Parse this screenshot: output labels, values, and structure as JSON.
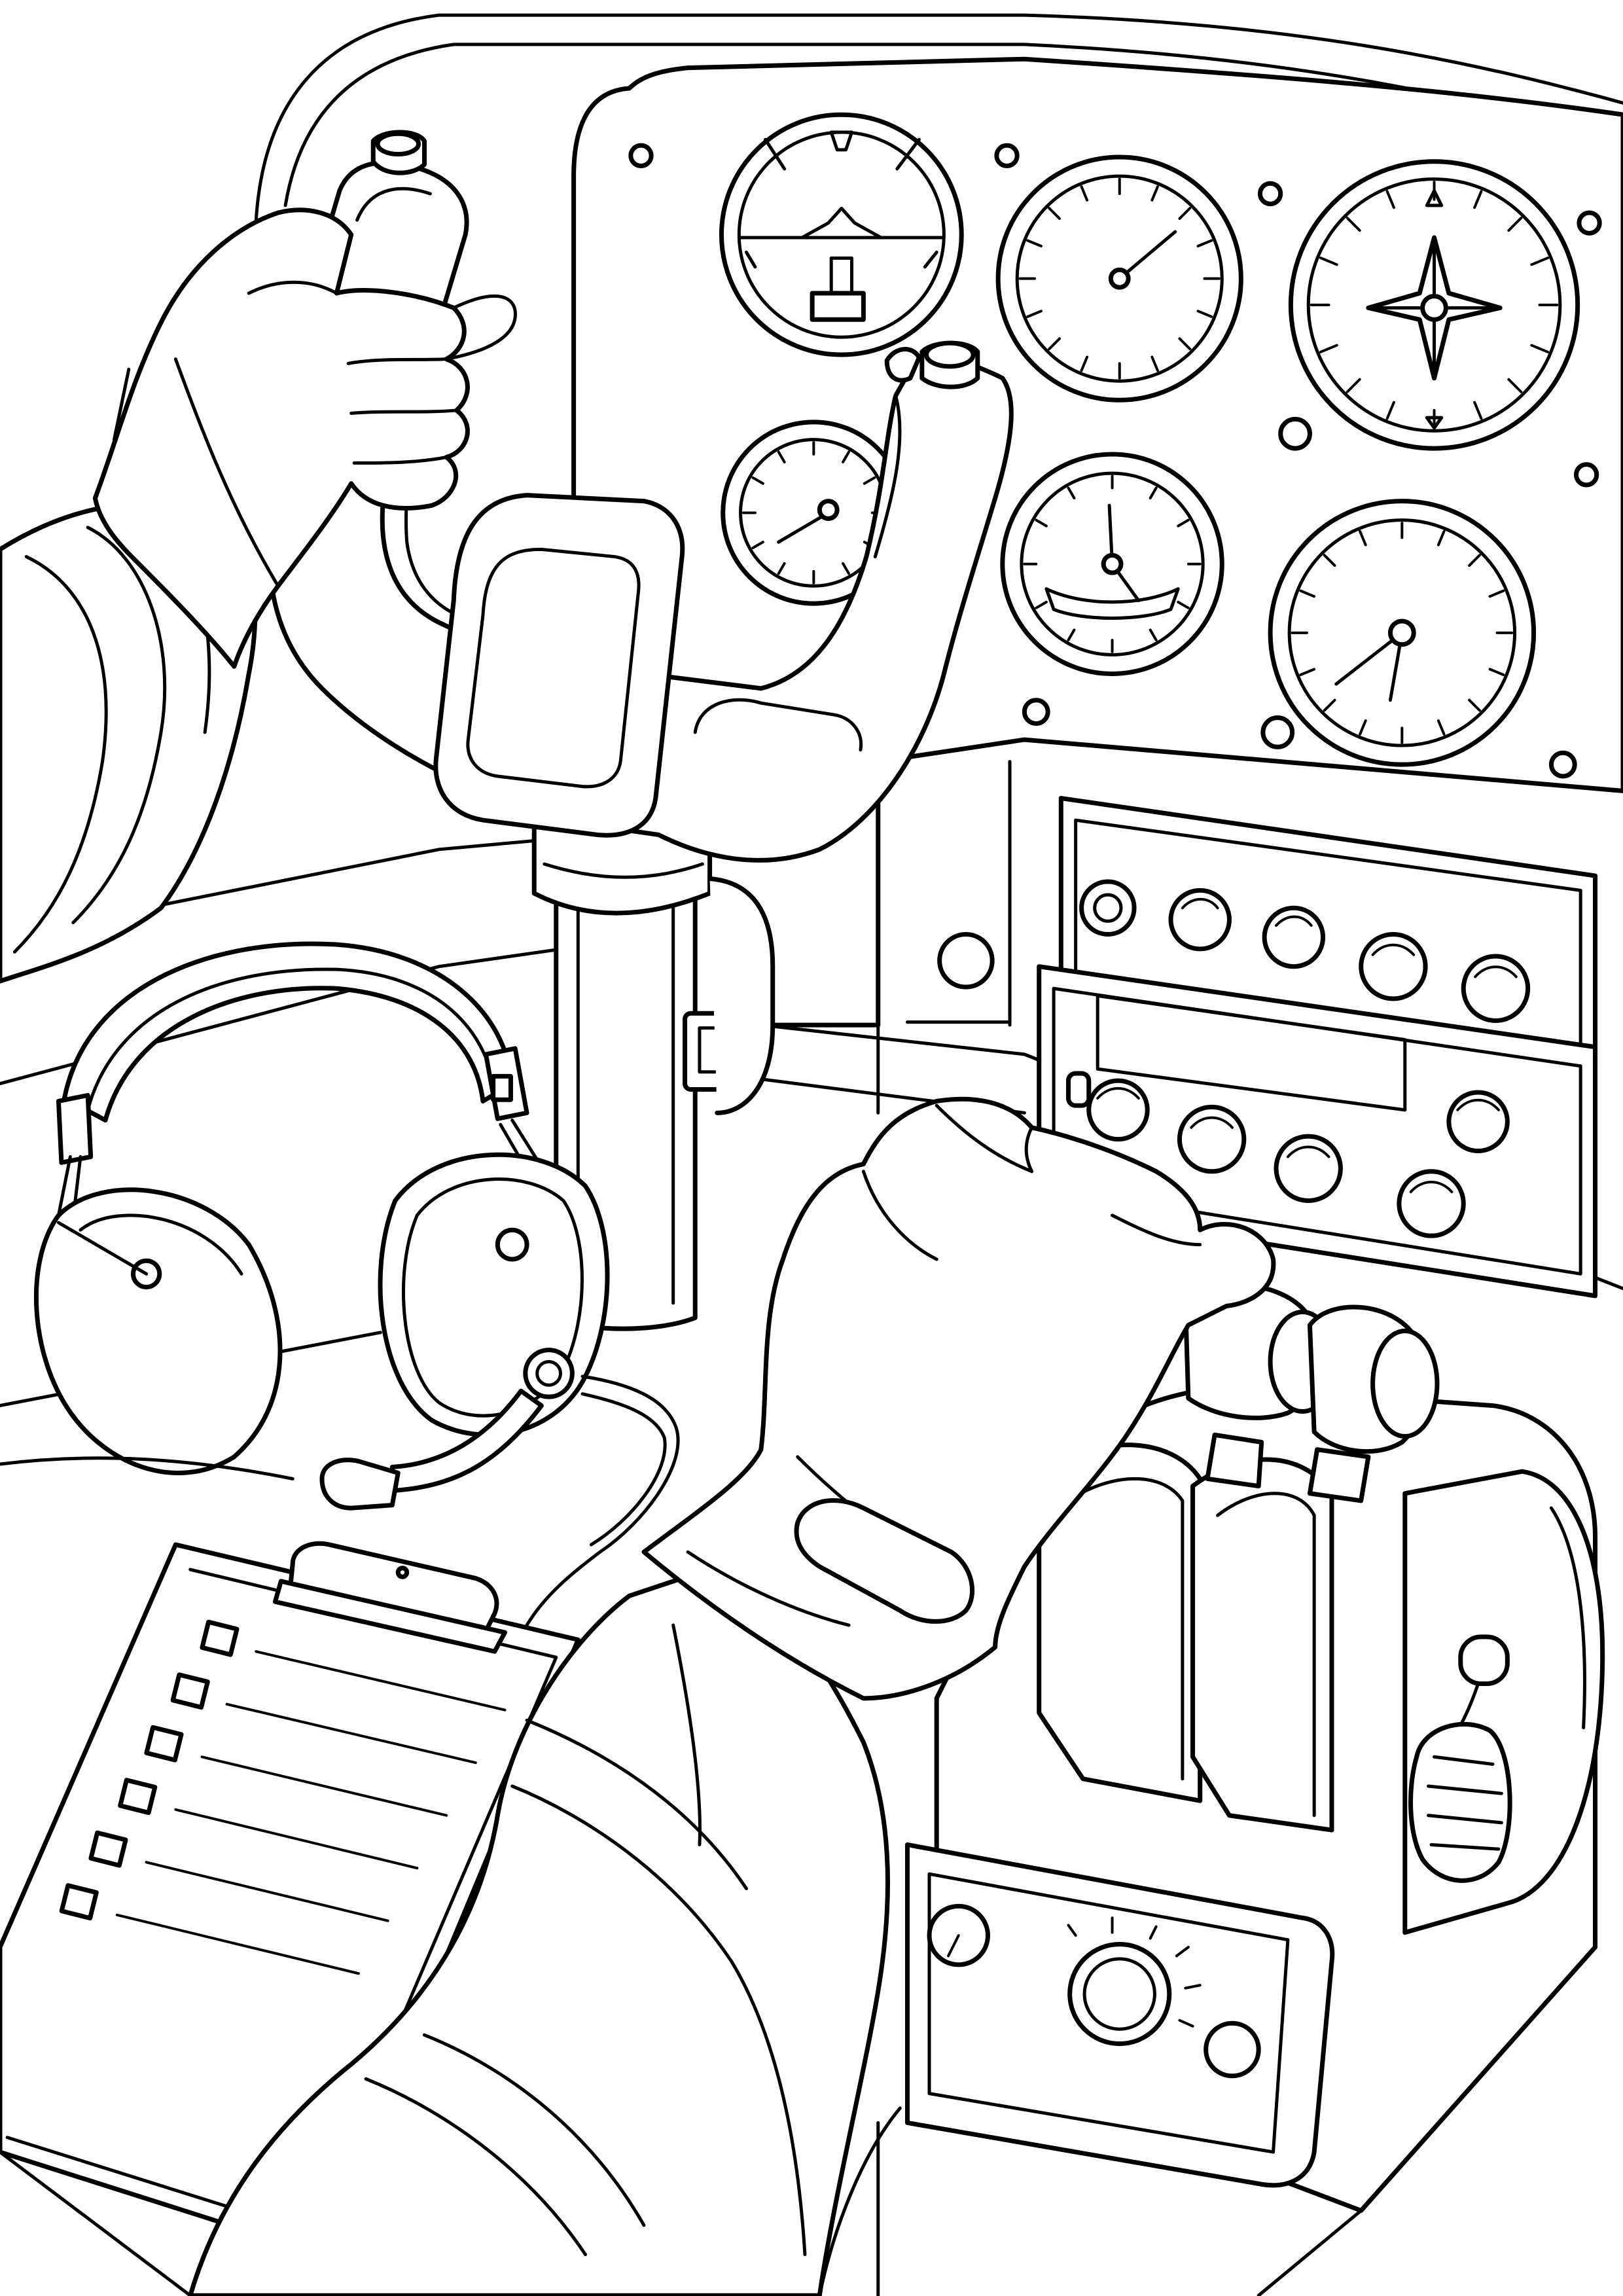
{
  "page": {
    "background": "#ffffff",
    "line_color": "#000000"
  },
  "scene": {
    "subject": "coloring-page-cockpit",
    "gauges": [
      {
        "name": "attitude-indicator",
        "icon": "attitude-icon"
      },
      {
        "name": "airspeed-indicator",
        "icon": "needle-gauge-icon"
      },
      {
        "name": "heading-indicator",
        "icon": "compass-rose-icon"
      },
      {
        "name": "altimeter",
        "icon": "needle-gauge-icon"
      },
      {
        "name": "turn-coordinator",
        "icon": "turn-coordinator-icon"
      },
      {
        "name": "vertical-speed-indicator",
        "icon": "needle-gauge-icon"
      }
    ],
    "checklist": {
      "items": 6
    }
  }
}
